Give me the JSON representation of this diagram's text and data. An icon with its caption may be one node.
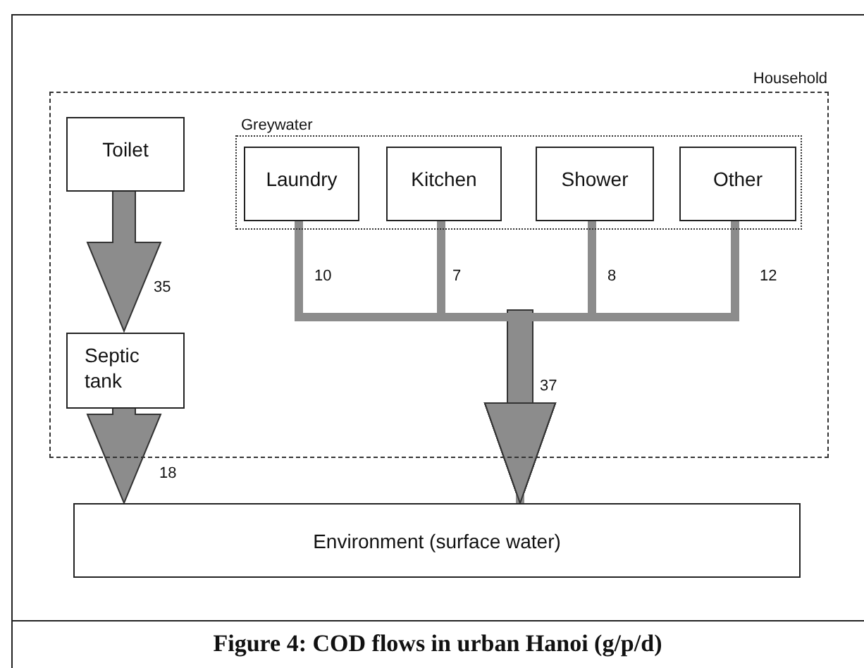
{
  "diagram": {
    "caption": "Figure 4: COD flows in urban Hanoi (g/p/d)",
    "nodes": [
      {
        "text": [
          "Household"
        ]
      },
      {
        "text": [
          "Toilet"
        ],
        "in": 0
      },
      {
        "text": [
          "Greywater"
        ],
        "in": 0
      },
      {
        "text": [
          "Laundry"
        ],
        "in": 2
      },
      {
        "text": [
          "Kitchen"
        ],
        "in": 2
      },
      {
        "text": [
          "Shower"
        ],
        "in": 2
      },
      {
        "text": [
          "Other"
        ],
        "in": 2
      },
      {
        "text": [
          "Septic tank"
        ],
        "in": 0
      },
      {
        "text": [
          "Environment (surface water)"
        ]
      }
    ],
    "edges": [
      {
        "from": 1,
        "to": 7,
        "arrow": "to",
        "label": "35",
        "style": "thick"
      },
      {
        "from": 7,
        "to": 8,
        "arrow": "to",
        "label": "18",
        "style": "thick"
      },
      {
        "from": 3,
        "to": 8,
        "arrow": "to",
        "label": "10"
      },
      {
        "from": 4,
        "to": 8,
        "arrow": "to",
        "label": "7"
      },
      {
        "from": 5,
        "to": 8,
        "arrow": "to",
        "label": "8"
      },
      {
        "from": 6,
        "to": 8,
        "arrow": "to",
        "label": "12"
      }
    ],
    "labels": [
      "37"
    ]
  }
}
